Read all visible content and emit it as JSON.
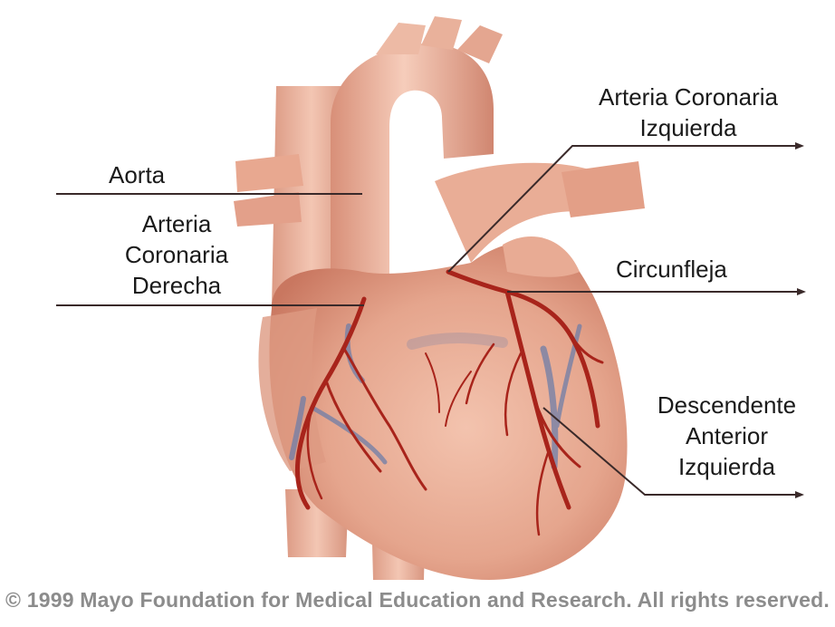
{
  "labels": {
    "aorta": "Aorta",
    "right_coronary": [
      "Arteria",
      "Coronaria",
      "Derecha"
    ],
    "left_coronary": [
      "Arteria Coronaria",
      "Izquierda"
    ],
    "circumflex": "Circunfleja",
    "lad": [
      "Descendente",
      "Anterior",
      "Izquierda"
    ]
  },
  "copyright": "© 1999 Mayo Foundation for Medical Education and Research. All rights reserved.",
  "colors": {
    "heart": "#e7a790",
    "heart_shadow": "#c97760",
    "vessel": "#efbba6",
    "artery": "#a8241b",
    "vein": "#6f7ea8",
    "leader_line": "#3a2a2a"
  }
}
